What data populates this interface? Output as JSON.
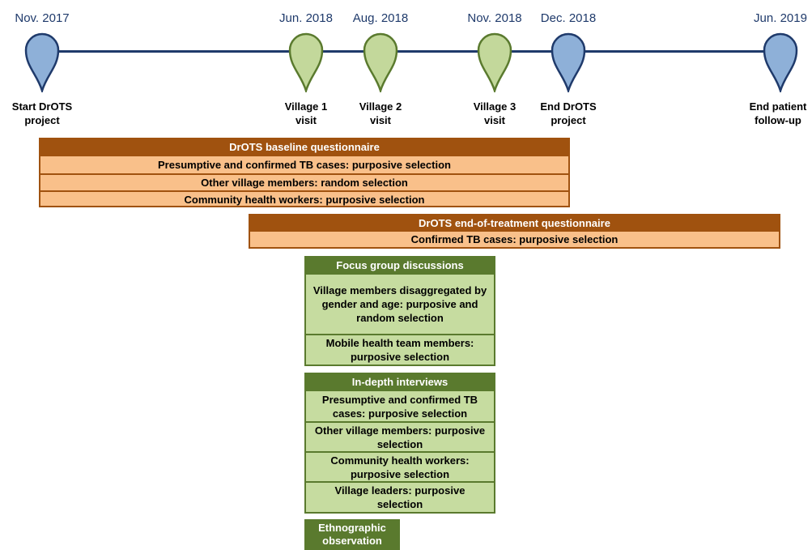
{
  "timeline": {
    "milestones": [
      {
        "date": "Nov. 2017",
        "label": "Start DrOTS project",
        "color": "#8eb0d8"
      },
      {
        "date": "Jun. 2018",
        "label": "Village 1 visit",
        "color": "#c3d89b"
      },
      {
        "date": "Aug. 2018",
        "label": "Village 2 visit",
        "color": "#c3d89b"
      },
      {
        "date": "Nov. 2018",
        "label": "Village 3 visit",
        "color": "#c3d89b"
      },
      {
        "date": "Dec. 2018",
        "label": "End DrOTS project",
        "color": "#8eb0d8"
      },
      {
        "date": "Jun. 2019",
        "label": "End patient follow-up",
        "color": "#8eb0d8"
      }
    ]
  },
  "baseline": {
    "title": "DrOTS baseline questionnaire",
    "rows": [
      "Presumptive and confirmed TB cases: purposive selection",
      "Other village members: random selection",
      "Community health workers: purposive selection"
    ]
  },
  "end_of_treatment": {
    "title": "DrOTS end-of-treatment questionnaire",
    "rows": [
      "Confirmed TB cases: purposive selection"
    ]
  },
  "focus_groups": {
    "title": "Focus group discussions",
    "rows": [
      "Village members disaggregated by gender and age: purposive and random selection",
      "Mobile health team members: purposive selection"
    ]
  },
  "interviews": {
    "title": "In-depth interviews",
    "rows": [
      "Presumptive and confirmed TB cases: purposive selection",
      "Other village members: purposive selection",
      "Community health workers: purposive selection",
      "Village leaders: purposive selection"
    ]
  },
  "ethnographic": {
    "title": "Ethnographic observation"
  },
  "colors": {
    "navy": "#1f3a6b",
    "orange_dark": "#a0520f",
    "orange_light": "#f9c08a",
    "green_dark": "#5a7a2e",
    "green_light": "#c6dca0"
  }
}
